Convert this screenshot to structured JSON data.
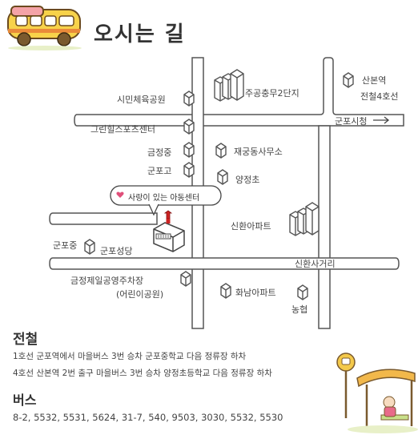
{
  "title": "오시는 길",
  "map": {
    "landmarks": {
      "simin_gym": "시민체육공원",
      "jugong": "주공충무2단지",
      "sanbon": "산본역",
      "sanbon_line": "전철4호선",
      "gunpo_city_hall": "군포시청",
      "green_hill": "그린힐스포츠센터",
      "geumjeong_middle": "금정중",
      "gunpo_high": "군포고",
      "jaegung": "재궁동사무소",
      "yangjeong": "양정초",
      "center": "사랑이 있는 아동센터",
      "sinhwan_apt": "신환아파트",
      "gunpo_middle": "군포중",
      "gunpo_church": "군포성당",
      "sinhwan_junction": "신환사거리",
      "parking": "금정제일공영주차장",
      "children_park": "(어린이공원)",
      "hwanam_apt": "화남아파트",
      "nonghyup": "농협"
    }
  },
  "subway": {
    "heading": "전철",
    "lines": [
      "1호선 군포역에서 마을버스 3번 승차 군포중학교 다음 정류장 하차",
      "4호선 산본역 2번 출구 마을버스 3번 승차 양정초등학교 다음 정류장 하차"
    ]
  },
  "bus": {
    "heading": "버스",
    "numbers": "8-2, 5532, 5531, 5624, 31-7, 540, 9503, 3030, 5532, 5530"
  },
  "colors": {
    "road_outline": "#555555",
    "text": "#444444",
    "accent_heart": "#e0507a",
    "marker_red": "#cc2222",
    "bus_yellow": "#f7d24a"
  }
}
